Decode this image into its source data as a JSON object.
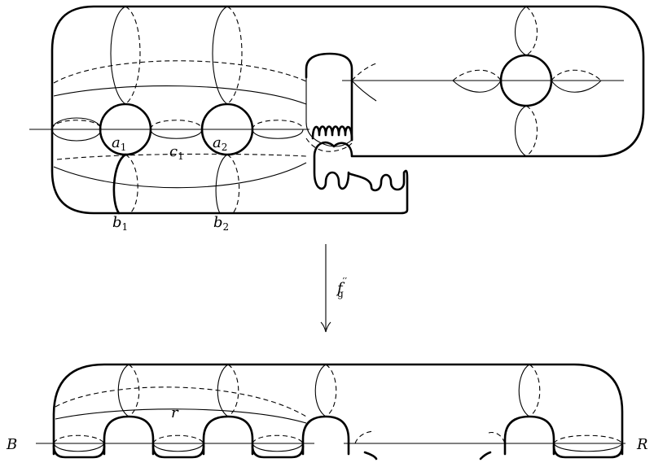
{
  "labels": {
    "a1": {
      "base": "a",
      "sub": "1"
    },
    "a2": {
      "base": "a",
      "sub": "2"
    },
    "c1": {
      "base": "c",
      "sub": "1"
    },
    "b1": {
      "base": "b",
      "sub": "1"
    },
    "b2": {
      "base": "b",
      "sub": "2"
    },
    "map": {
      "base": "f",
      "sup": "′′",
      "sub": "g"
    },
    "r": "r",
    "B": "B",
    "R": "R"
  }
}
